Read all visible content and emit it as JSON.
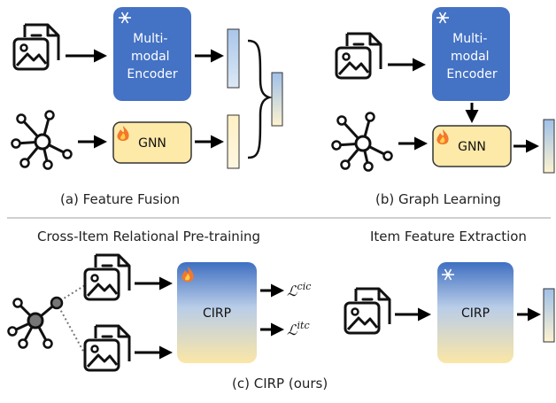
{
  "panel_a": {
    "caption": "(a) Feature Fusion",
    "encoder_lines": [
      "Multi-",
      "modal",
      "Encoder"
    ],
    "gnn_label": "GNN"
  },
  "panel_b": {
    "caption": "(b) Graph Learning",
    "encoder_lines": [
      "Multi-",
      "modal",
      "Encoder"
    ],
    "gnn_label": "GNN"
  },
  "panel_c": {
    "caption": "(c) CIRP (ours)",
    "left_title": "Cross-Item Relational Pre-training",
    "right_title": "Item Feature Extraction",
    "model_label": "CIRP",
    "loss_cic_base": "ℒ",
    "loss_cic_sup": "cic",
    "loss_itc_base": "ℒ",
    "loss_itc_sup": "itc"
  },
  "colors": {
    "encoder_blue": "#4472c4",
    "gnn_yellow": "#fde9a8",
    "divider": "#bfbfbf"
  }
}
